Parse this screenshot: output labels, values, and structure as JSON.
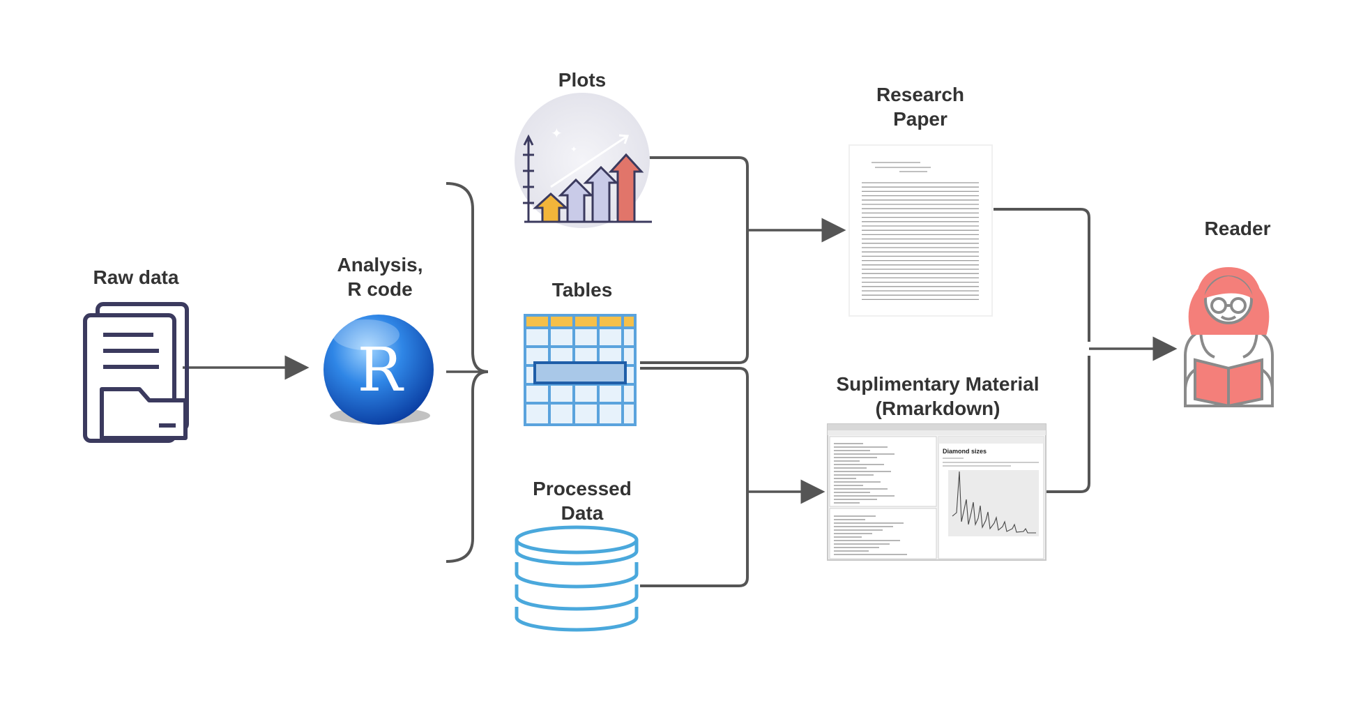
{
  "nodes": {
    "raw_data": {
      "label": "Raw data"
    },
    "analysis": {
      "label": "Analysis,\nR code",
      "logo_letter": "R"
    },
    "plots": {
      "label": "Plots"
    },
    "tables": {
      "label": "Tables"
    },
    "processed_data": {
      "label": "Processed\nData"
    },
    "research_paper": {
      "label": "Research\nPaper"
    },
    "supplementary": {
      "label": "Suplimentary Material\n(Rmarkdown)",
      "thumb_title": "Diamond sizes"
    },
    "reader": {
      "label": "Reader"
    }
  },
  "colors": {
    "connector": "#555555",
    "folder": "#3b3a5e",
    "r_logo": "#1a6fd8",
    "table": "#5aa3dd",
    "table_header": "#f5c04a",
    "database": "#4aa8dc",
    "reader": "#f47f7a",
    "reader_outline": "#8a8a8a"
  }
}
